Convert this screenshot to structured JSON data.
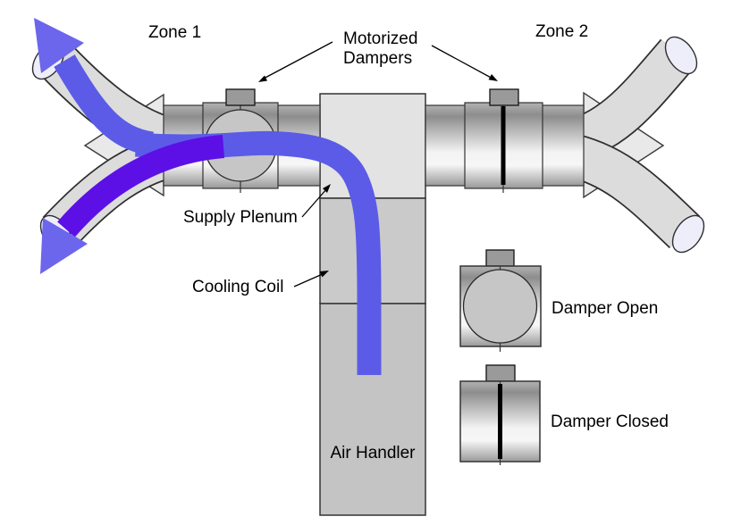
{
  "diagram": {
    "zone1_label": "Zone 1",
    "zone2_label": "Zone 2",
    "motorized_dampers_label_line1": "Motorized",
    "motorized_dampers_label_line2": "Dampers",
    "supply_plenum_label": "Supply Plenum",
    "cooling_coil_label": "Cooling Coil",
    "air_handler_label": "Air Handler",
    "legend": {
      "damper_open_label": "Damper Open",
      "damper_closed_label": "Damper Closed"
    },
    "colors": {
      "airflow_main": "#5b5be8",
      "airflow_branch_violet": "#5c10e6",
      "airflow_arrowhead": "#6b66ec",
      "duct_band": "#dcdcdc",
      "plenum_fill": "#e3e3e3",
      "cooling_coil_fill": "#cacaca",
      "air_handler_fill": "#c4c4c4",
      "actuator_fill": "#9a9a9a",
      "damper_blade": "#000000",
      "duct_cap": "#eeeefb"
    }
  }
}
